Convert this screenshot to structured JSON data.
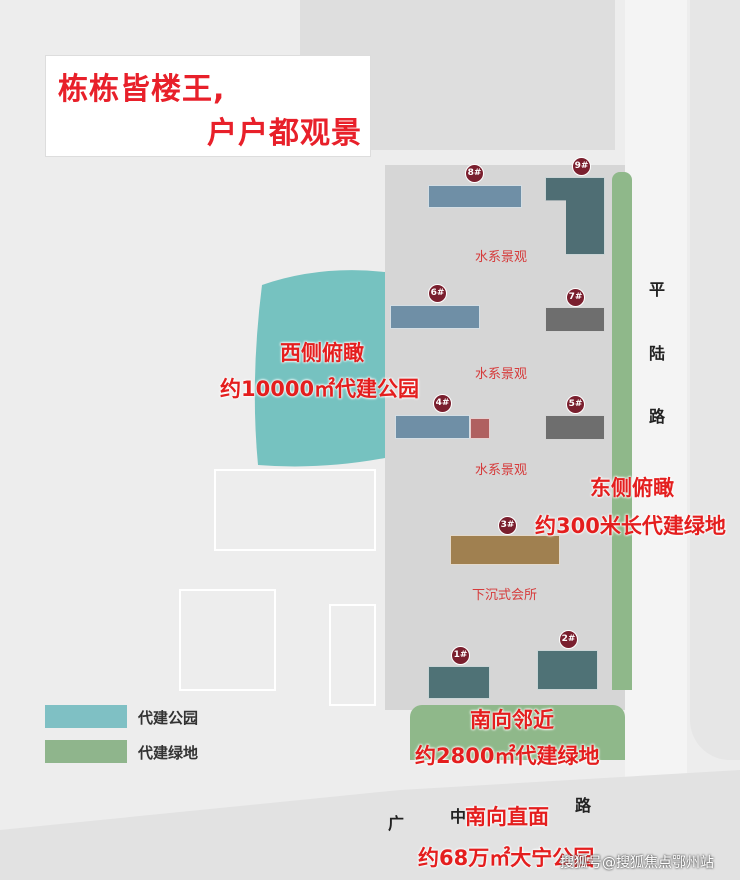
{
  "title": {
    "line1": "栋栋皆楼王,",
    "line2": "户户都观景"
  },
  "buildings": [
    {
      "id": "8",
      "label": "8#"
    },
    {
      "id": "9",
      "label": "9#"
    },
    {
      "id": "6",
      "label": "6#"
    },
    {
      "id": "7",
      "label": "7#"
    },
    {
      "id": "4",
      "label": "4#"
    },
    {
      "id": "5",
      "label": "5#"
    },
    {
      "id": "3",
      "label": "3#"
    },
    {
      "id": "1",
      "label": "1#"
    },
    {
      "id": "2",
      "label": "2#"
    }
  ],
  "zone_labels": {
    "water1": "水系景观",
    "water2": "水系景观",
    "water3": "水系景观",
    "club": "下沉式会所"
  },
  "callouts": {
    "west_title": "西侧俯瞰",
    "west_detail": "约10000㎡代建公园",
    "east_title": "东侧俯瞰",
    "east_detail": "约300米长代建绿地",
    "south_title": "南向邻近",
    "south_detail": "约2800㎡代建绿地",
    "park_title": "南向直面",
    "park_detail": "约68万㎡大宁公园"
  },
  "roads": {
    "east": [
      "平",
      "陆",
      "路"
    ],
    "south": [
      "广",
      "中",
      "路"
    ]
  },
  "legend": [
    {
      "label": "代建公园",
      "color": "#7fc0c4"
    },
    {
      "label": "代建绿地",
      "color": "#8fb58c"
    }
  ],
  "colors": {
    "accent": "#e41e1e",
    "badge": "#7a1f2e",
    "park": "#76c2c0",
    "green": "#8fb88a"
  },
  "watermark": "搜狐号@搜狐焦点鄂州站"
}
